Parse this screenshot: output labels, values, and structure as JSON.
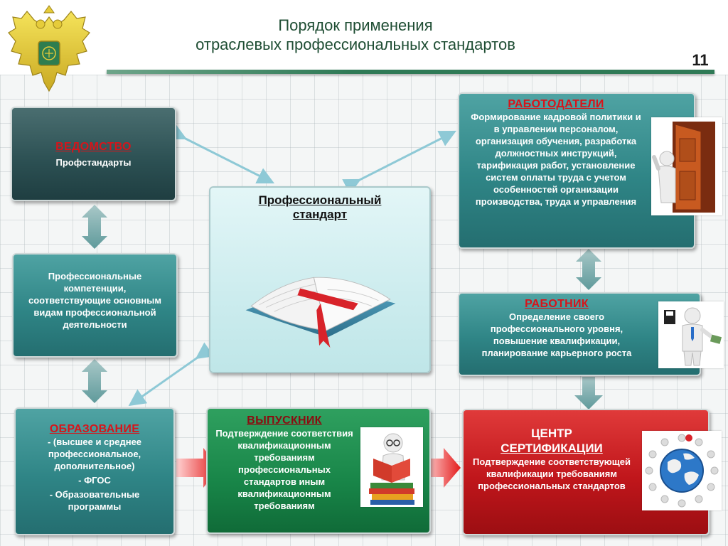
{
  "header": {
    "title_line1": "Порядок применения",
    "title_line2": "отраслевых профессиональных стандартов",
    "slide_number": "11"
  },
  "boxes": {
    "vedomstvo": {
      "title": "ВЕДОМСТВО",
      "text": "Профстандарты"
    },
    "competencies": {
      "text": "Профессиональные компетенции, соответствующие основным видам профессиональной деятельности"
    },
    "obrazovanie": {
      "title": "ОБРАЗОВАНИЕ",
      "line1": "- (высшее и среднее профессиональное, дополнительное)",
      "line2": "- ФГОС",
      "line3": "- Образовательные программы"
    },
    "center": {
      "title": "Профессиональный стандарт"
    },
    "vypusknik": {
      "title": "ВЫПУСКНИК",
      "text": "Подтверждение соответствия квалификационным требованиям профессиональных стандартов иным квалификационным требованиям"
    },
    "rabotodateli": {
      "title": "РАБОТОДАТЕЛИ",
      "text": "Формирование кадровой политики и в управлении персоналом, организация обучения, разработка должностных инструкций, тарификация работ, установление систем оплаты труда с учетом особенностей организации производства, труда и управления"
    },
    "rabotnik": {
      "title": "РАБОТНИК",
      "text": "Определение своего профессионального уровня, повышение квалификации, планирование карьерного роста"
    },
    "centr": {
      "title_line1": "ЦЕНТР",
      "title_line2": "СЕРТИФИКАЦИИ",
      "text": "Подтверждение соответствующей квалификации требованиям профессиональных стандартов"
    }
  },
  "icons": {
    "emblem": "double-headed-eagle-emblem",
    "book": "open-book-with-bookmark",
    "door": "figure-opening-door",
    "worker": "figure-with-card",
    "reader": "figure-reading-book",
    "globe": "globe-with-people"
  },
  "colors": {
    "teal": "#2f8586",
    "dark": "#2b4f52",
    "green": "#188548",
    "red": "#c0161b",
    "pale": "#ccecee",
    "title": "#1e4d33"
  }
}
